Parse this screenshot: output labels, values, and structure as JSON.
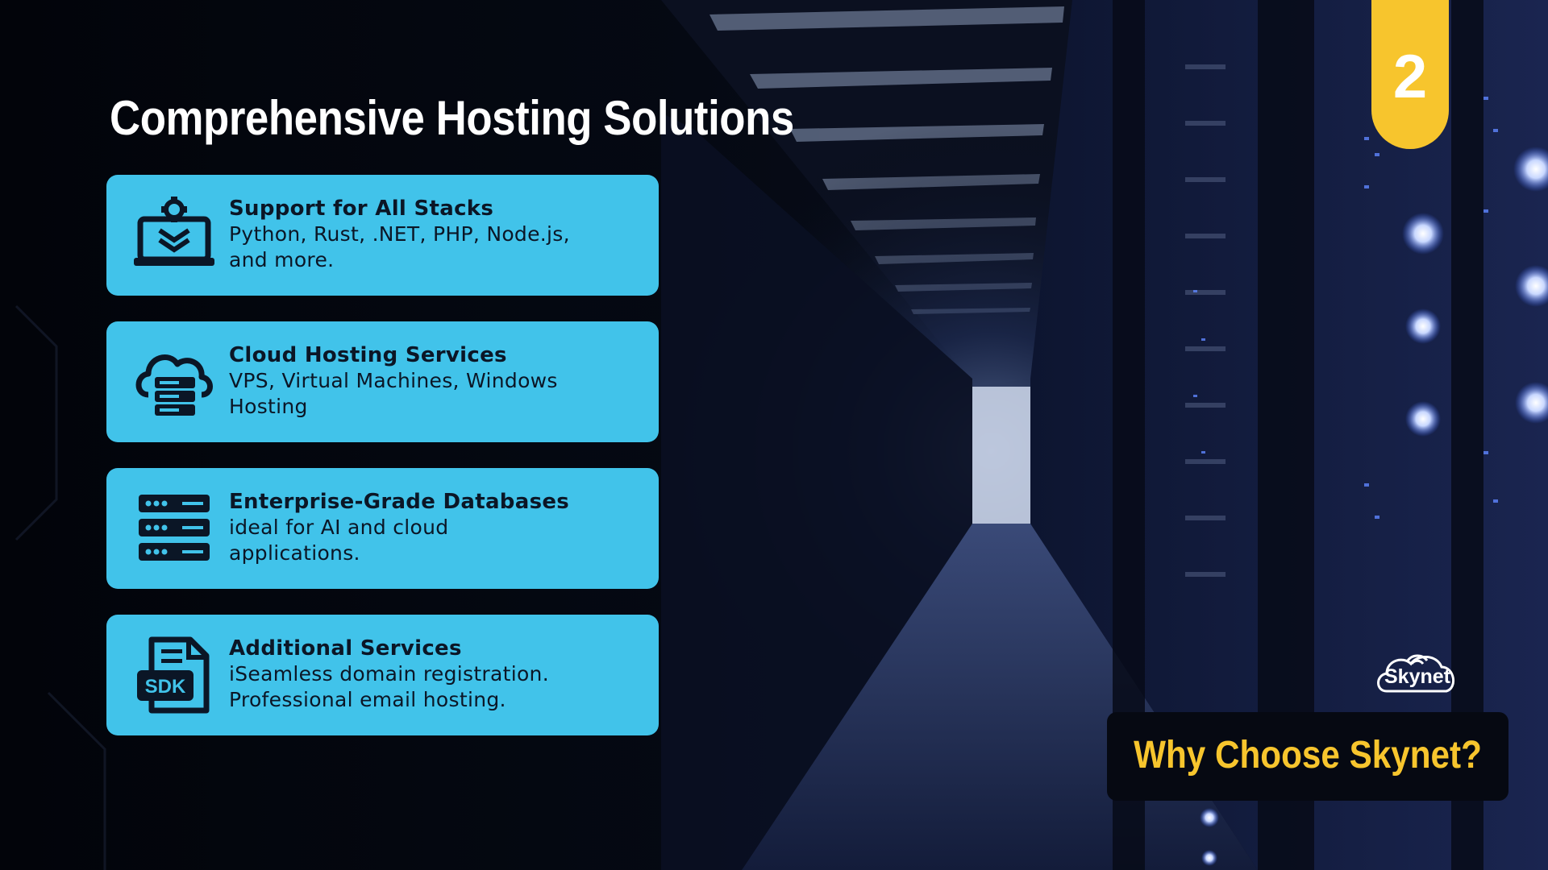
{
  "slide": {
    "number": "2",
    "title": "Comprehensive Hosting Solutions"
  },
  "cards": [
    {
      "icon": "laptop-gear-icon",
      "heading": "Support for All Stacks",
      "desc_line1": "Python, Rust, .NET, PHP, Node.js,",
      "desc_line2": "and more."
    },
    {
      "icon": "cloud-server-icon",
      "heading": "Cloud Hosting Services",
      "desc_line1": "VPS, Virtual Machines, Windows",
      "desc_line2": "Hosting"
    },
    {
      "icon": "database-server-icon",
      "heading": "Enterprise-Grade Databases",
      "desc_line1": "ideal for AI and cloud",
      "desc_line2": "applications."
    },
    {
      "icon": "sdk-document-icon",
      "heading": "Additional Services",
      "desc_line1": "iSeamless domain registration.",
      "desc_line2": "Professional email hosting."
    }
  ],
  "brand": {
    "logo_text": "Skynet",
    "tagline": "Why Choose Skynet?"
  },
  "colors": {
    "card": "#41c3ea",
    "accent": "#f7c52d",
    "text_dark": "#0b1626",
    "background": "#04070f"
  }
}
